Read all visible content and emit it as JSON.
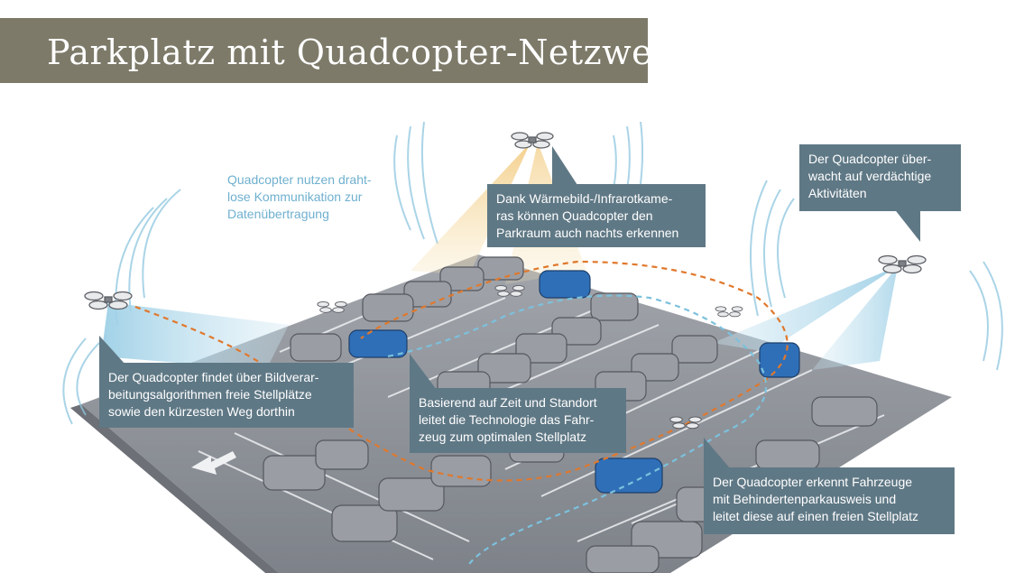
{
  "title": "Parkplatz mit Quadcopter-Netzwerk",
  "note_wireless": {
    "lines": [
      "Quadcopter nutzen draht-",
      "lose Kommunikation zur",
      "Datenübertragung"
    ]
  },
  "callouts": {
    "infrared": {
      "lines": [
        "Dank Wärmebild-/Infrarotkame-",
        "ras können Quadcopter den",
        "Parkraum auch nachts erkennen"
      ]
    },
    "surveillance": {
      "lines": [
        "Der Quadcopter über-",
        "wacht auf verdächtige",
        "Aktivitäten"
      ]
    },
    "free_spaces": {
      "lines": [
        "Der Quadcopter findet über Bildverar-",
        "beitungsalgorithmen freie Stellplätze",
        "sowie den kürzesten Weg dorthin"
      ]
    },
    "guidance": {
      "lines": [
        "Basierend auf Zeit und Standort",
        "leitet die Technologie das Fahr-",
        "zeug zum optimalen Stellplatz"
      ]
    },
    "disabled": {
      "lines": [
        "Der Quadcopter erkennt Fahrzeuge",
        "mit Behindertenparkausweis und",
        "leitet diese auf einen freien Stellplatz"
      ]
    }
  },
  "colors": {
    "title_bar": "#7d7a69",
    "callout_bg": "#5f7885",
    "note_text": "#6fb0cf",
    "route_orange": "#e0782c",
    "route_blue": "#7cc1dd",
    "asphalt": "#8b8f96",
    "car_gray": "#9a9da3",
    "car_blue": "#2f6fb8"
  },
  "icons": [
    "quadcopter-icon",
    "direction-arrow-icon",
    "signal-wave-icon"
  ]
}
